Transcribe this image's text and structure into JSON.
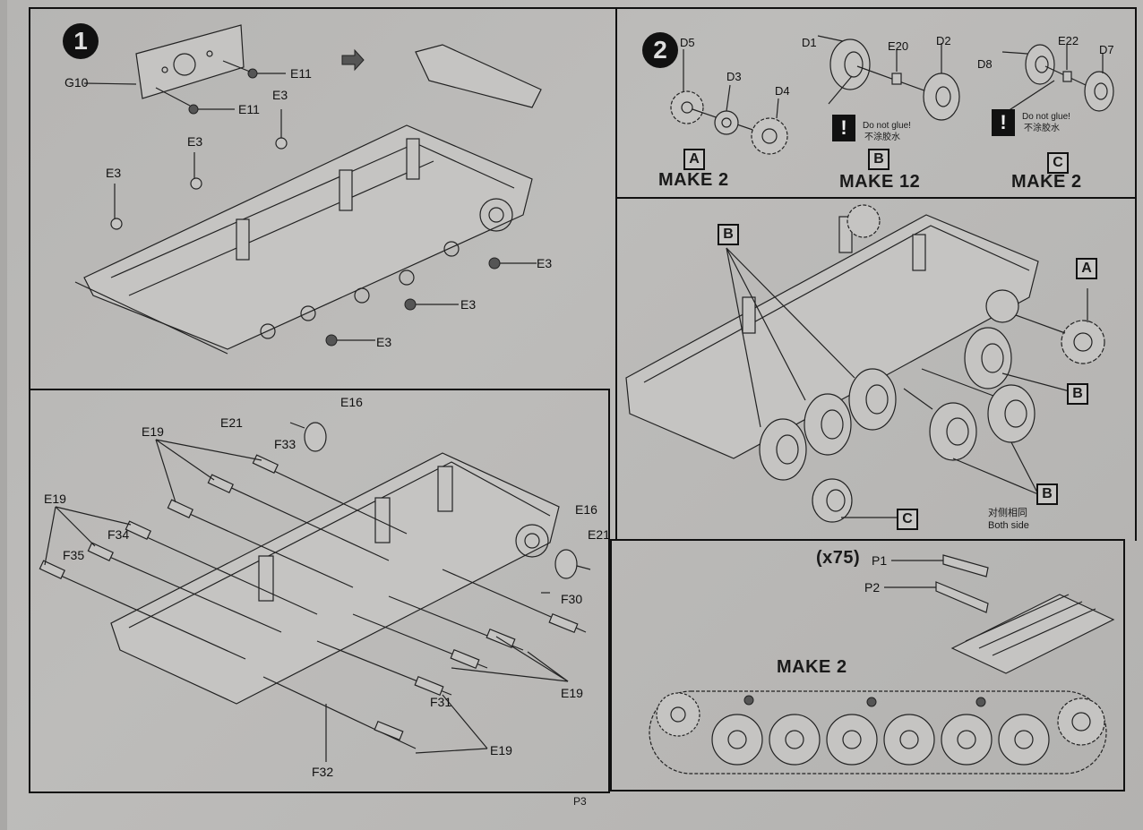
{
  "page": {
    "number": "P3"
  },
  "step1": {
    "number": "1",
    "top": {
      "labels": [
        "G10",
        "E11",
        "E11",
        "E3",
        "E3",
        "E3",
        "E3",
        "E3",
        "E3"
      ],
      "arrow_icon": "right-arrow"
    },
    "bottom": {
      "labels": [
        "E21",
        "E16",
        "E19",
        "F33",
        "E19",
        "F34",
        "F35",
        "E16",
        "E21",
        "F30",
        "E19",
        "F31",
        "E19",
        "F32"
      ]
    }
  },
  "step2": {
    "number": "2",
    "subassemblies": [
      {
        "id": "A",
        "parts": [
          "D5",
          "D3",
          "D4"
        ],
        "make": "MAKE 2"
      },
      {
        "id": "B",
        "parts": [
          "D1",
          "E20",
          "D2"
        ],
        "make": "MAKE 12",
        "warning": {
          "en": "Do not glue!",
          "zh": "不涂胶水"
        }
      },
      {
        "id": "C",
        "parts": [
          "D8",
          "E22",
          "D7"
        ],
        "make": "MAKE 2",
        "warning": {
          "en": "Do not glue!",
          "zh": "不涂胶水"
        }
      }
    ],
    "assembly": {
      "callouts": [
        "B",
        "A",
        "B",
        "B",
        "C"
      ],
      "note_zh": "对侧相同",
      "note_en": "Both side"
    },
    "track": {
      "count": "(x75)",
      "parts": [
        "P1",
        "P2"
      ],
      "make": "MAKE 2"
    }
  }
}
